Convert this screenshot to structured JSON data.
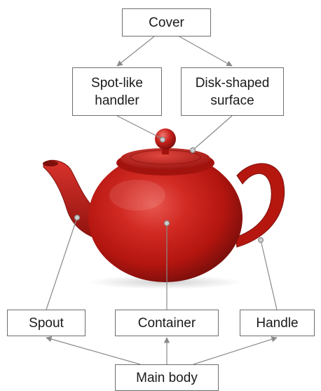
{
  "labels": {
    "cover": "Cover",
    "spot_handler_line1": "Spot-like",
    "spot_handler_line2": "handler",
    "disk_surface_line1": "Disk-shaped",
    "disk_surface_line2": "surface",
    "spout": "Spout",
    "container": "Container",
    "handle": "Handle",
    "main_body": "Main body"
  },
  "colors": {
    "teapot_red": "#c8201c",
    "teapot_highlight": "#e8574f",
    "teapot_shadow": "#7d0f0c",
    "connector_gray": "#8a8a8a",
    "box_border": "#6e6e6e"
  },
  "image": {
    "subject": "red teapot"
  }
}
